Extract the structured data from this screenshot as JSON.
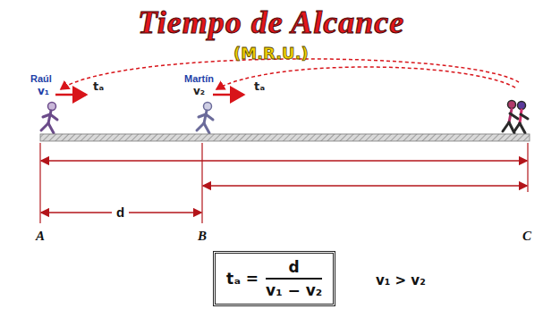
{
  "diagram": {
    "title": "Tiempo de Alcance",
    "nodes": [
      {
        "text": [
          "tₐ =",
          "d",
          "v₁ − v₂"
        ]
      }
    ],
    "labels": [
      "(M.R.U.)",
      "Raúl",
      "v₁",
      "tₐ",
      "Martín",
      "v₂",
      "tₐ",
      "d",
      "A",
      "B",
      "C",
      "v₁ > v₂"
    ]
  }
}
